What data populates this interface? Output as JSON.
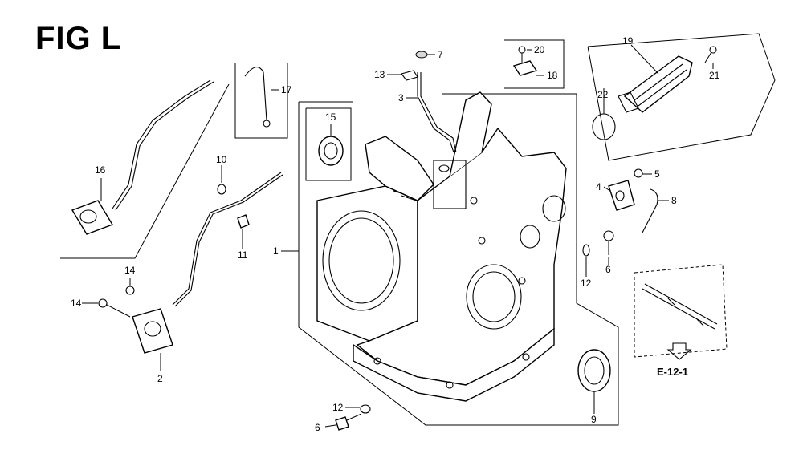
{
  "figure": {
    "title": "FIG L"
  },
  "reference": {
    "label": "E-12-1"
  },
  "callouts": [
    {
      "id": "c1",
      "text": "1"
    },
    {
      "id": "c2",
      "text": "2"
    },
    {
      "id": "c3",
      "text": "3"
    },
    {
      "id": "c4",
      "text": "4"
    },
    {
      "id": "c5",
      "text": "5"
    },
    {
      "id": "c6a",
      "text": "6"
    },
    {
      "id": "c6b",
      "text": "6"
    },
    {
      "id": "c7",
      "text": "7"
    },
    {
      "id": "c8",
      "text": "8"
    },
    {
      "id": "c9",
      "text": "9"
    },
    {
      "id": "c10",
      "text": "10"
    },
    {
      "id": "c11",
      "text": "11"
    },
    {
      "id": "c12a",
      "text": "12"
    },
    {
      "id": "c12b",
      "text": "12"
    },
    {
      "id": "c13",
      "text": "13"
    },
    {
      "id": "c14a",
      "text": "14"
    },
    {
      "id": "c14b",
      "text": "14"
    },
    {
      "id": "c15",
      "text": "15"
    },
    {
      "id": "c16",
      "text": "16"
    },
    {
      "id": "c17",
      "text": "17"
    },
    {
      "id": "c18",
      "text": "18"
    },
    {
      "id": "c19",
      "text": "19"
    },
    {
      "id": "c20",
      "text": "20"
    },
    {
      "id": "c21",
      "text": "21"
    },
    {
      "id": "c22",
      "text": "22"
    }
  ]
}
